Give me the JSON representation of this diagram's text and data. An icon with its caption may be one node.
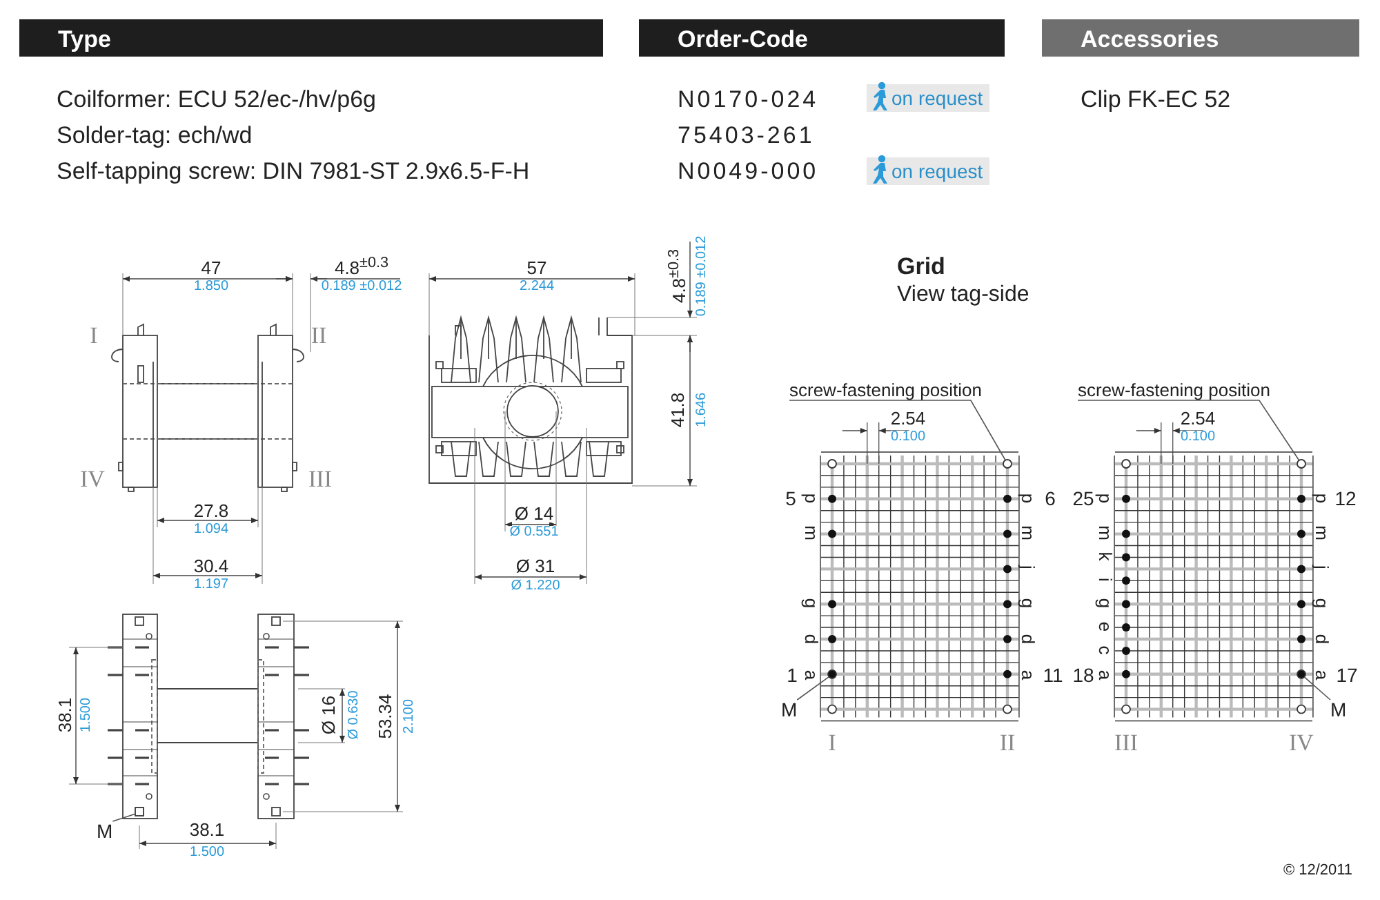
{
  "diagram": {
    "nodes": [
      {
        "text": [
          "Type"
        ]
      },
      {
        "text": [
          "Order-Code"
        ]
      },
      {
        "text": [
          "Accessories"
        ]
      },
      {
        "text": [
          "on request"
        ]
      },
      {
        "text": [
          "on request"
        ]
      },
      {
        "text": [
          "screw-fastening position"
        ]
      },
      {
        "text": [
          "screw-fastening position"
        ]
      },
      {
        "text": [
          "M"
        ]
      },
      {
        "text": [
          "M"
        ]
      },
      {
        "text": [
          "M"
        ]
      },
      {
        "text": [],
        "shape": "circle"
      },
      {
        "text": [],
        "shape": "circle"
      },
      {
        "text": [],
        "shape": "circle"
      },
      {
        "text": [],
        "shape": "circle"
      },
      {
        "text": [],
        "shape": "box"
      }
    ],
    "edges": [
      {
        "from": 5,
        "to": 10,
        "arrow": "none"
      },
      {
        "from": 6,
        "to": 11,
        "arrow": "none"
      },
      {
        "from": 7,
        "to": 12,
        "arrow": "none"
      },
      {
        "from": 8,
        "to": 13,
        "arrow": "none"
      },
      {
        "from": 9,
        "to": 14,
        "arrow": "none"
      }
    ],
    "labels": [
      "Coilformer: ECU 52/ec-/hv/p6g",
      "Solder-tag: ech/wd",
      "Self-tapping screw: DIN 7981-ST 2.9x6.5-F-H",
      "N0170-024",
      "75403-261",
      "N0049-000",
      "Clip FK-EC 52",
      "47",
      "1.850",
      "4.8$^{±0.3}$",
      "0.189 ±0.012",
      "I",
      "II",
      "IV",
      "III",
      "27.8",
      "1.094",
      "30.4",
      "1.197",
      "57",
      "2.244",
      "4.8$^{±0.3}$",
      "0.189 ±0.012",
      "41.8",
      "1.646",
      "Ø 14",
      "Ø 0.551",
      "Ø 31",
      "Ø 1.220",
      "Grid",
      "View tag-side",
      "2.54",
      "0.100",
      "5",
      "p",
      "m",
      "g",
      "d",
      "1",
      "a",
      "p",
      "6",
      "m",
      "j",
      "g",
      "d",
      "a",
      "11",
      "I",
      "II",
      "2.54",
      "0.100",
      "25",
      "p",
      "m",
      "k",
      "i",
      "g",
      "e",
      "c",
      "18",
      "a",
      "p",
      "12",
      "m",
      "j",
      "g",
      "d",
      "a",
      "17",
      "III",
      "IV",
      "38.1",
      "1.500",
      "Ø 16",
      "Ø 0.630",
      "53.34",
      "2.100",
      "38.1",
      "1.500",
      "© 12/2011"
    ]
  }
}
